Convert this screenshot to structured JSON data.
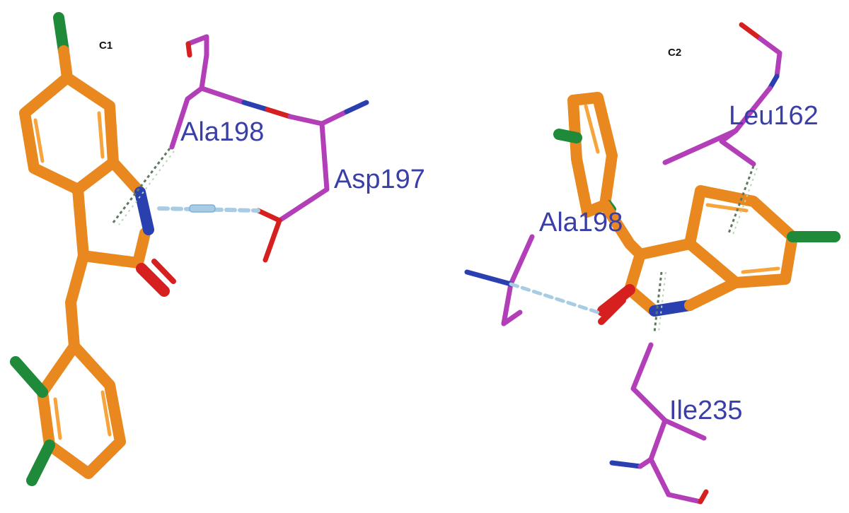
{
  "panels": [
    {
      "label": "C1"
    },
    {
      "label": "C2"
    }
  ],
  "residues": {
    "c1_ala198": "Ala198",
    "c1_asp197": "Asp197",
    "c2_leu162": "Leu162",
    "c2_ala198": "Ala198",
    "c2_ile235": "Ile235"
  },
  "colors": {
    "ligand_carbon": "#e8881e",
    "ligand_highlight": "#f7a43c",
    "residue_carbon": "#b33fb8",
    "nitrogen": "#2a3fb0",
    "oxygen": "#d61f1f",
    "chlorine": "#1f8a3a",
    "hbond": "#a8cce4",
    "contact": "#5e7a5e",
    "label_text": "#3a3fa8"
  }
}
